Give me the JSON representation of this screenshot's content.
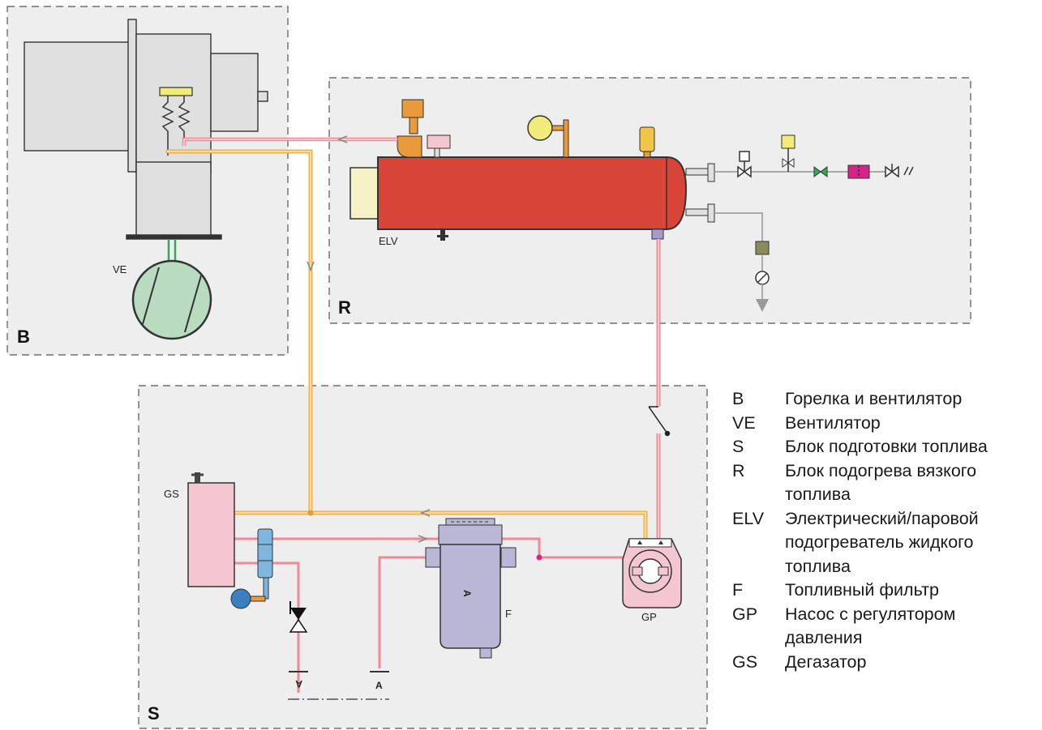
{
  "units": {
    "B": "B",
    "R": "R",
    "S": "S"
  },
  "components": {
    "VE": "VE",
    "ELV": "ELV",
    "GS": "GS",
    "F": "F",
    "GP": "GP",
    "A_in": "A",
    "A_out": "A",
    "F_arrow": "A"
  },
  "legend": [
    {
      "code": "B",
      "text": "Горелка и вентилятор"
    },
    {
      "code": "VE",
      "text": "Вентилятор"
    },
    {
      "code": "S",
      "text": "Блок подготовки топлива"
    },
    {
      "code": "R",
      "text": "Блок подогрева вязкого топлива"
    },
    {
      "code": "ELV",
      "text": "Электрический/паровой подогреватель жидкого топлива"
    },
    {
      "code": "F",
      "text": "Топливный фильтр"
    },
    {
      "code": "GP",
      "text": "Насос с регулятором давления"
    },
    {
      "code": "GS",
      "text": "Дегазатор"
    }
  ],
  "colors": {
    "panel_bg": "#eeeeee",
    "panel_border": "#555555",
    "heater_body": "#d94438",
    "heater_end": "#f7f1c7",
    "supply_pipe": "#f0b24a",
    "return_pipe": "#ee8a96",
    "fan": "#b9dcc0",
    "degasser": "#f3c6d2",
    "filter": "#b9b6d6",
    "pump": "#f3c6d2",
    "valve_blue": "#7db7e0",
    "gauge_yellow": "#f1ec79",
    "grey_pipe": "#aaaaaa"
  },
  "icons": [
    "heat-coil-icon",
    "gauge-icon",
    "solenoid-valve-icon",
    "check-valve-icon",
    "manual-valve-icon",
    "pressure-switch-icon",
    "thermostat-icon",
    "flow-arrow-icon"
  ]
}
